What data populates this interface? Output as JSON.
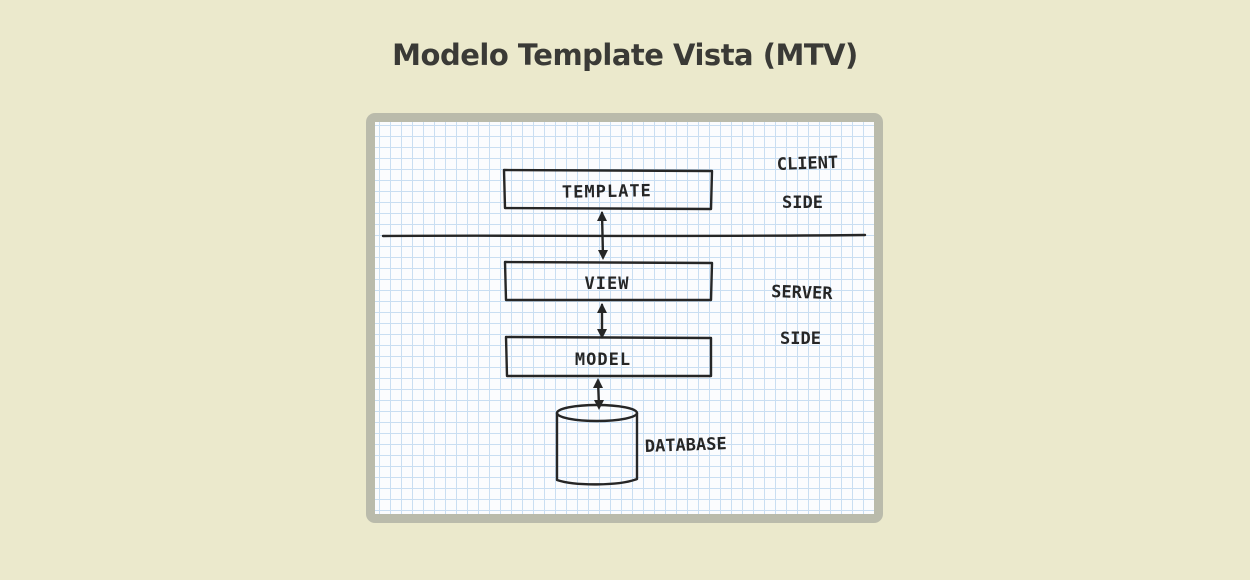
{
  "title": "Modelo Template Vista (MTV)",
  "diagram": {
    "boxes": [
      {
        "id": "template",
        "label": "TEMPLATE"
      },
      {
        "id": "view",
        "label": "VIEW"
      },
      {
        "id": "model",
        "label": "MODEL"
      }
    ],
    "database_label": "DATABASE",
    "client_side": {
      "line1": "CLIENT",
      "line2": "SIDE"
    },
    "server_side": {
      "line1": "SERVER",
      "line2": "SIDE"
    },
    "colors": {
      "background": "#ebe9cc",
      "frame": "#babbab",
      "grid": "#c9def2",
      "ink": "#262626",
      "title": "#3a3a36"
    }
  }
}
